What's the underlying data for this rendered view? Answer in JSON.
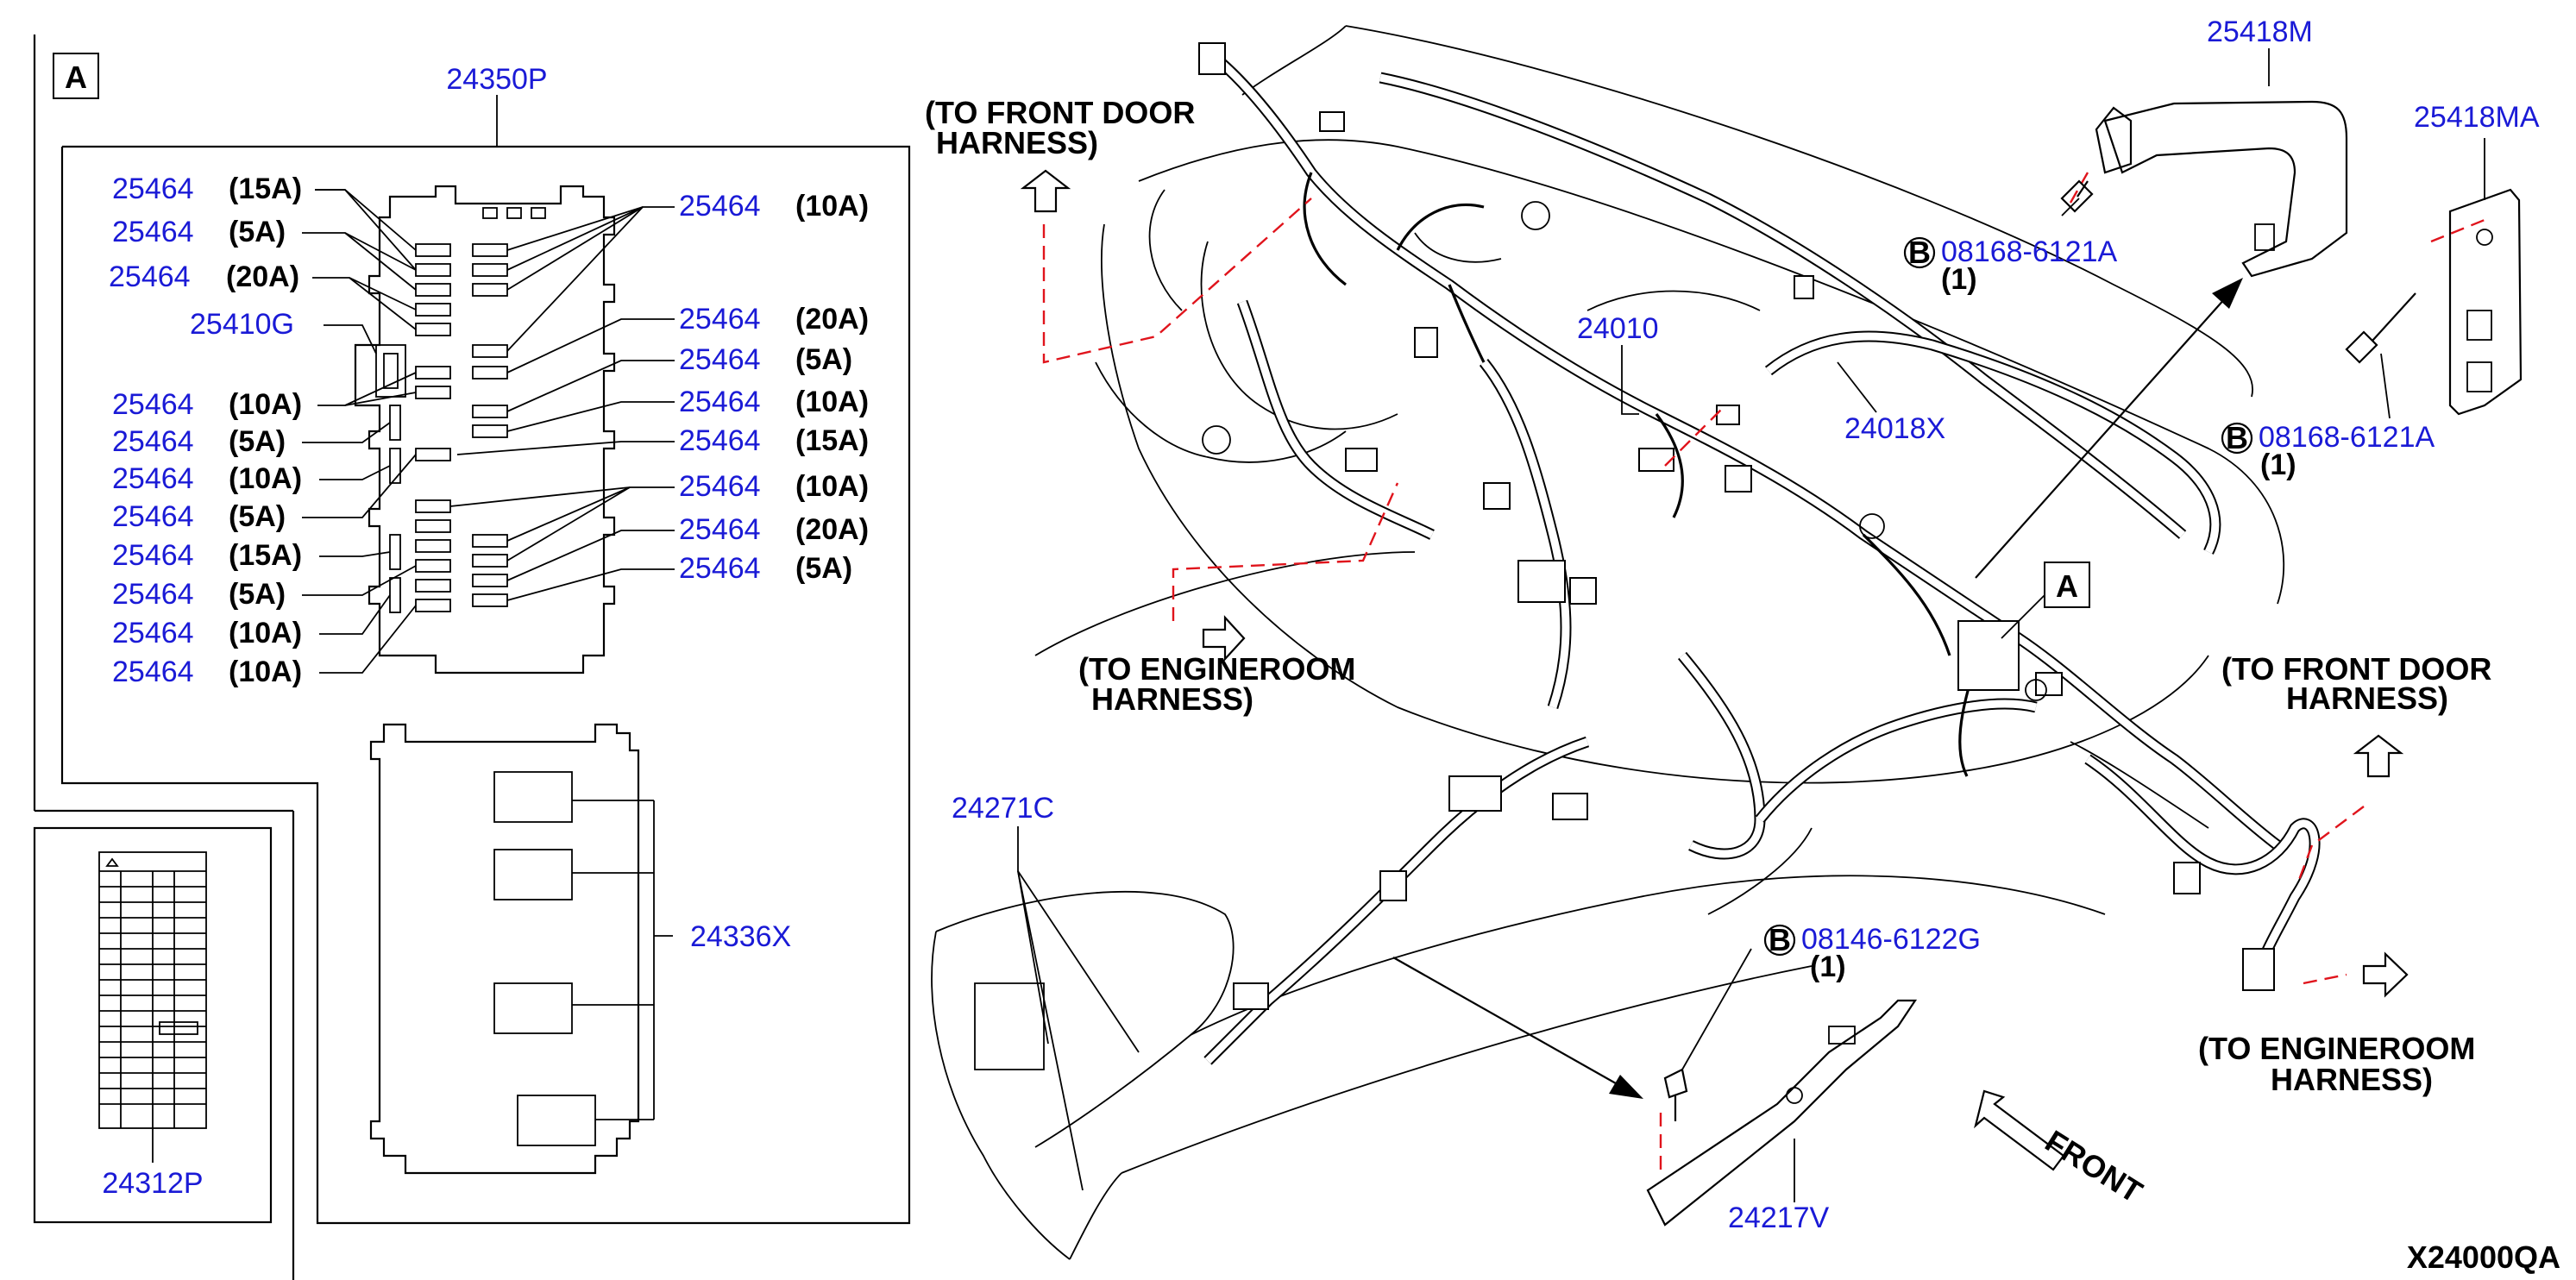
{
  "diagram_code": "X24000QA",
  "view_marker": "A",
  "fuse_block": {
    "part_no": "24350P",
    "left_fuses": [
      {
        "part": "25464",
        "rating": "(15A)"
      },
      {
        "part": "25464",
        "rating": "(5A)"
      },
      {
        "part": "25464",
        "rating": "(20A)"
      },
      {
        "part": "25410G",
        "rating": ""
      },
      {
        "part": "25464",
        "rating": "(10A)"
      },
      {
        "part": "25464",
        "rating": "(5A)"
      },
      {
        "part": "25464",
        "rating": "(10A)"
      },
      {
        "part": "25464",
        "rating": "(5A)"
      },
      {
        "part": "25464",
        "rating": "(15A)"
      },
      {
        "part": "25464",
        "rating": "(5A)"
      },
      {
        "part": "25464",
        "rating": "(10A)"
      },
      {
        "part": "25464",
        "rating": "(10A)"
      }
    ],
    "right_fuses": [
      {
        "part": "25464",
        "rating": "(10A)"
      },
      {
        "part": "25464",
        "rating": "(20A)"
      },
      {
        "part": "25464",
        "rating": "(5A)"
      },
      {
        "part": "25464",
        "rating": "(10A)"
      },
      {
        "part": "25464",
        "rating": "(15A)"
      },
      {
        "part": "25464",
        "rating": "(10A)"
      },
      {
        "part": "25464",
        "rating": "(20A)"
      },
      {
        "part": "25464",
        "rating": "(5A)"
      }
    ]
  },
  "relay_block_part": "24336X",
  "label_card_part": "24312P",
  "callouts": {
    "harness_main": "24010",
    "harness_sub": "24018X",
    "bracket_top": "25418M",
    "bracket_right": "25418MA",
    "connector_front": "24271C",
    "bracket_lower": "24217V"
  },
  "bolts": [
    {
      "marker": "B",
      "part": "08168-6121A",
      "qty": "(1)"
    },
    {
      "marker": "B",
      "part": "08168-6121A",
      "qty": "(1)"
    },
    {
      "marker": "B",
      "part": "08146-6122G",
      "qty": "(1)"
    }
  ],
  "notes": {
    "front_door_left": [
      "(TO FRONT DOOR",
      "HARNESS)"
    ],
    "engine_room_left": [
      "(TO ENGINEROOM",
      "HARNESS)"
    ],
    "front_door_right": [
      "(TO FRONT DOOR",
      "HARNESS)"
    ],
    "engine_room_right": [
      "(TO ENGINEROOM",
      "HARNESS)"
    ],
    "front": "FRONT"
  }
}
